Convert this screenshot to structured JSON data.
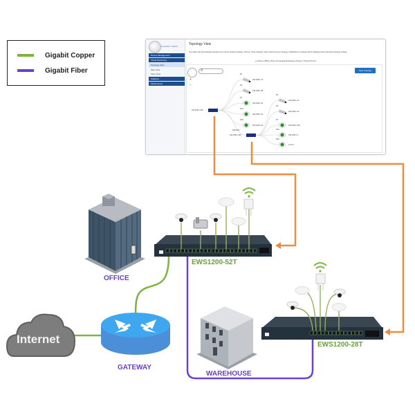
{
  "legend": {
    "items": [
      {
        "label": "Gigabit Copper",
        "color": "#7cb342"
      },
      {
        "label": "Gigabit Fiber",
        "color": "#6a3fd9"
      }
    ]
  },
  "colors": {
    "copper": "#7cb342",
    "fiber": "#6a3fd9",
    "management_link": "#f08a3c",
    "switch_body": "#2f3c48",
    "gateway": "#3f9be0",
    "cloud": "#7d7d7d"
  },
  "ui_screenshot": {
    "brand": "Controller / Switch",
    "nav": [
      {
        "label": "Device Management",
        "style": "dark"
      },
      {
        "label": "Visual Monitoring",
        "style": "dark"
      },
      {
        "label": "Topology View",
        "style": "active"
      },
      {
        "label": "Map View",
        "style": "plain"
      },
      {
        "label": "Floor View",
        "style": "plain"
      },
      {
        "label": "Statistics",
        "style": "dark"
      },
      {
        "label": "Maintenance",
        "style": "dark"
      }
    ],
    "title": "Topology View",
    "description": "The switch will automatically generate your current network topology. Click on \"Save Topology\" after confirming your topology. Notifications of change will be displayed upon detecting Topology change.",
    "status_legend": "● Online ● Offline ● Busy   Unmanaged ■ Topology Change   ☐ Show Port Info",
    "save_button": "Save Topology",
    "zoom_in": "+",
    "zoom_out": "−",
    "topology": {
      "root": {
        "ip": "192.168.1.252"
      },
      "root_children": [
        {
          "port": "P2",
          "ip": "192.168.1.72",
          "type": "camera"
        },
        {
          "port": "P3",
          "ip": "192.168.1.68",
          "type": "camera"
        },
        {
          "port": "P7",
          "ip": "192.168.1.34",
          "type": "ap"
        },
        {
          "port": "P10",
          "ip": "192.168.1.61",
          "type": "ap"
        },
        {
          "port": "P20",
          "ip": "192.168.1.20",
          "type": "ap"
        }
      ],
      "sub_switch": {
        "port": "P26-P23",
        "ip": "192.168.1.249"
      },
      "sub_children": [
        {
          "port": "P2",
          "ip": "192.168.1.41",
          "type": "camera"
        },
        {
          "port": "P3",
          "ip": "192.168.1.31",
          "type": "camera"
        },
        {
          "port": "P7",
          "ip": "192.168.1.109",
          "type": "ap"
        },
        {
          "port": "P10",
          "ip": "192.168.1.5",
          "type": "ap"
        },
        {
          "port": "P20",
          "ip": "2.0.0.2",
          "type": "ap"
        }
      ]
    }
  },
  "sites": {
    "office": "OFFICE",
    "gateway": "GATEWAY",
    "warehouse": "WAREHOUSE",
    "internet": "Internet"
  },
  "switches": {
    "main": "EWS1200-52T",
    "secondary": "EWS1200-28T"
  }
}
